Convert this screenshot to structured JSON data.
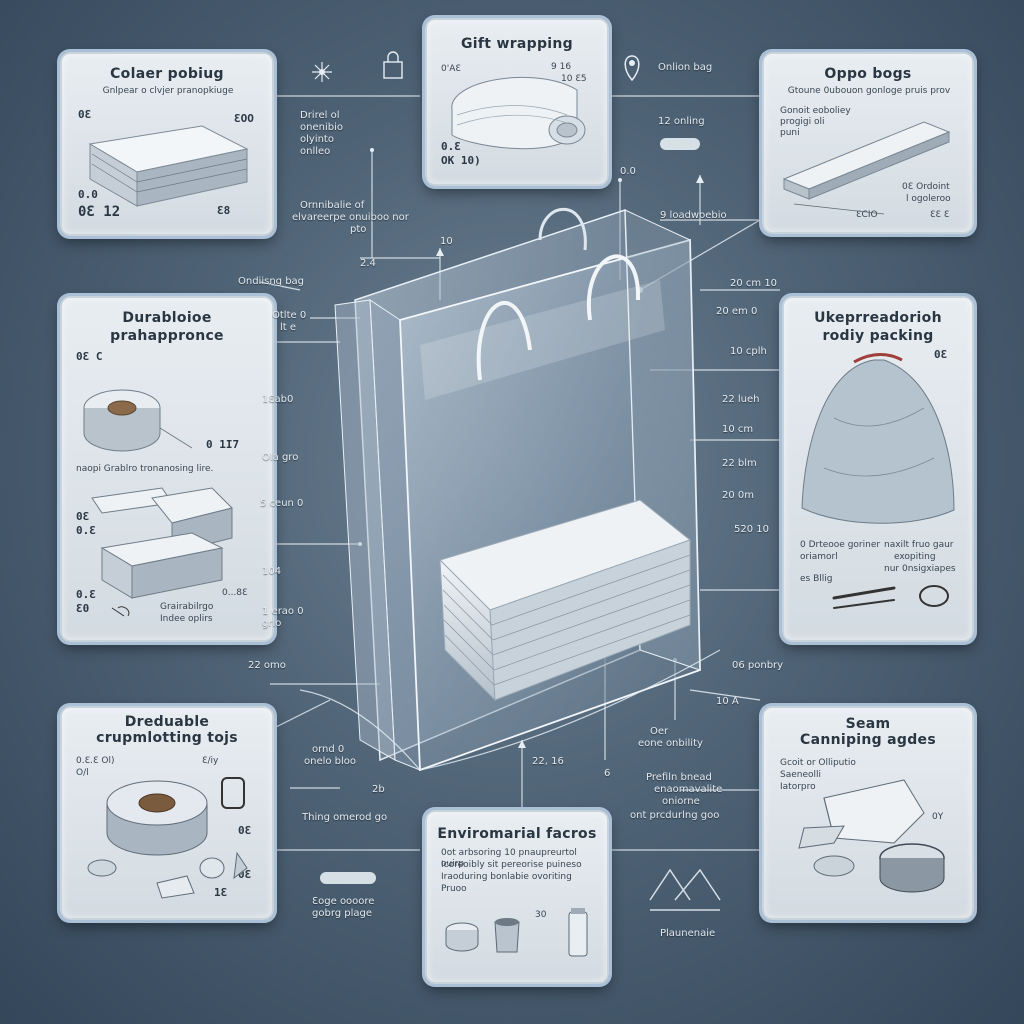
{
  "panels": {
    "top_left": {
      "title": "Colaer pobiug",
      "subtitle": "Gnlpear o clvjer pranopkiuge",
      "num_a": "0Ɛ",
      "num_b": "ƐOO",
      "num_c": "0.0",
      "num_d": "0Ɛ 12",
      "num_e": "Ɛ8"
    },
    "top_center": {
      "title": "Gift wrapping",
      "num_a": "0'AƐ",
      "num_b": "9 16",
      "num_c": "10 Ɛ5",
      "num_d": "0.Ɛ",
      "num_e": "OK 10)"
    },
    "top_right": {
      "title": "Oppo bogs",
      "subtitle": "Gtoune 0ubouon gonloge pruis prov",
      "text_a": "Gonoit eoboliey",
      "text_b": "progigi oli",
      "text_c": "puni",
      "num_a": "0Ɛ Ordoint",
      "num_b": "ƐCIO",
      "num_c": "l ogoleroo",
      "num_d": "ƐƐ Ɛ"
    },
    "mid_left": {
      "title_line1": "Durabloioe",
      "title_line2": "prahappronce",
      "num_a": "0Ɛ C",
      "num_b": "0 1I7",
      "caption_a": "naopi Grablro tronanosing lire.",
      "num_c": "0Ɛ",
      "num_d": "0.Ɛ",
      "num_e": "0.Ɛ",
      "num_f": "Ɛ0",
      "num_g": "0...8Ɛ",
      "caption_b": "Grairabilrgo",
      "caption_c": "Indee oplirs"
    },
    "mid_right": {
      "title_line1": "Ukeprreadorioh",
      "title_line2": "rodiy packing",
      "num_a": "0Ɛ",
      "text_a": "0 Drteooe goriner",
      "text_b": "naxilt fruo gaur",
      "text_c": "oriamorl",
      "text_d": "exopiting",
      "text_e": "nur 0nsigxiapes",
      "text_f": "es Bllig"
    },
    "bottom_left": {
      "title_line1": "Dreduable",
      "title_line2": "crupmlotting tojs",
      "num_a": "0.Ɛ.Ɛ Ol)",
      "num_b": "Ɛ/iy",
      "num_c": "O/l",
      "num_d": "0Ɛ",
      "num_e": "0Ɛ",
      "num_f": "1Ɛ"
    },
    "bottom_center": {
      "title": "Enviromarial facros",
      "text_a": "0ot arbsoring 10 pnaupreurtol ouirp",
      "text_b": "Icoreoibly sit pereorise puineso",
      "text_c": "Iraoduring bonlabie ovoriting",
      "text_d": "Pruoo",
      "num_a": "30"
    },
    "bottom_right": {
      "title_line1": "Seam",
      "title_line2": "Canniping agdes",
      "text_a": "Gcoit or Olliputio",
      "text_b": "Saeneolli",
      "text_c": "Iatorpro",
      "num_a": "0Y"
    }
  },
  "callouts": {
    "top_mid_left_1": "Drirel ol",
    "top_mid_left_2": "onenibio",
    "top_mid_left_3": "olyinto",
    "top_mid_left_4": "onlleo",
    "orientation": "Ornnibalie of",
    "orientation_2": "elvareerpe onuiboo nor",
    "orientation_3": "pto",
    "num_24": "2.4",
    "num_10": "10",
    "ondising_bag": "Ondiisng bag",
    "otfte": "Otlte 0",
    "otfte_2": "lt e",
    "num_1ab0": "1Ɛab0",
    "num_olagro": "Ola gro",
    "num_5ceun": "5 ceun 0",
    "num_104": "104",
    "num_1erao": "1 erao 0",
    "num_1erao_2": "grlo",
    "num_22cmo": "22 omo",
    "num_2nd": "ornd 0",
    "num_2nd_2": "onelo bloo",
    "num_2b": "2b",
    "thing_label": "Thing omerod go",
    "thing_label_2": "Ɛoge oooore",
    "thing_label_3": "gobrg plage",
    "onlion_bag": "Onlion bag",
    "num_12": "12 onling",
    "num_00": "0.0",
    "labelone": "9 loadwoebio",
    "num_20cmo10": "20 cm 10",
    "num_20em0": "20 em 0",
    "num_10cpih": "10 cplh",
    "num_22luah": "22 lueh",
    "num_10cm": "10 cm",
    "num_22blm": "22 blm",
    "num_20cm": "20 0m",
    "num_520i0": "520 10",
    "num_06": "06 ponbry",
    "num_104r": "10 A",
    "oer": "Oer",
    "oer_2": "eone onbility",
    "num_2216": "22, 16",
    "num_6": "6",
    "profiln": "Prefiln bnead",
    "profiln_2": "enaomavalite",
    "profiln_3": "oniorne",
    "profiln_4": "ont prcdurlng goo",
    "bottom_brand": "Plaunenaie"
  },
  "colors": {
    "background": "#4f6376",
    "panel": "#dfe5ea",
    "panel_border": "#a9c0d6",
    "bag": "#b8c7d4",
    "stroke_light": "#e9f0f6"
  },
  "icons": [
    "sun-burst-icon",
    "lock-box-icon",
    "location-pin-icon",
    "tape-roll-icon",
    "drawstring-bag-icon",
    "cup-icon",
    "jar-icon",
    "recycle-symbol-icon"
  ]
}
